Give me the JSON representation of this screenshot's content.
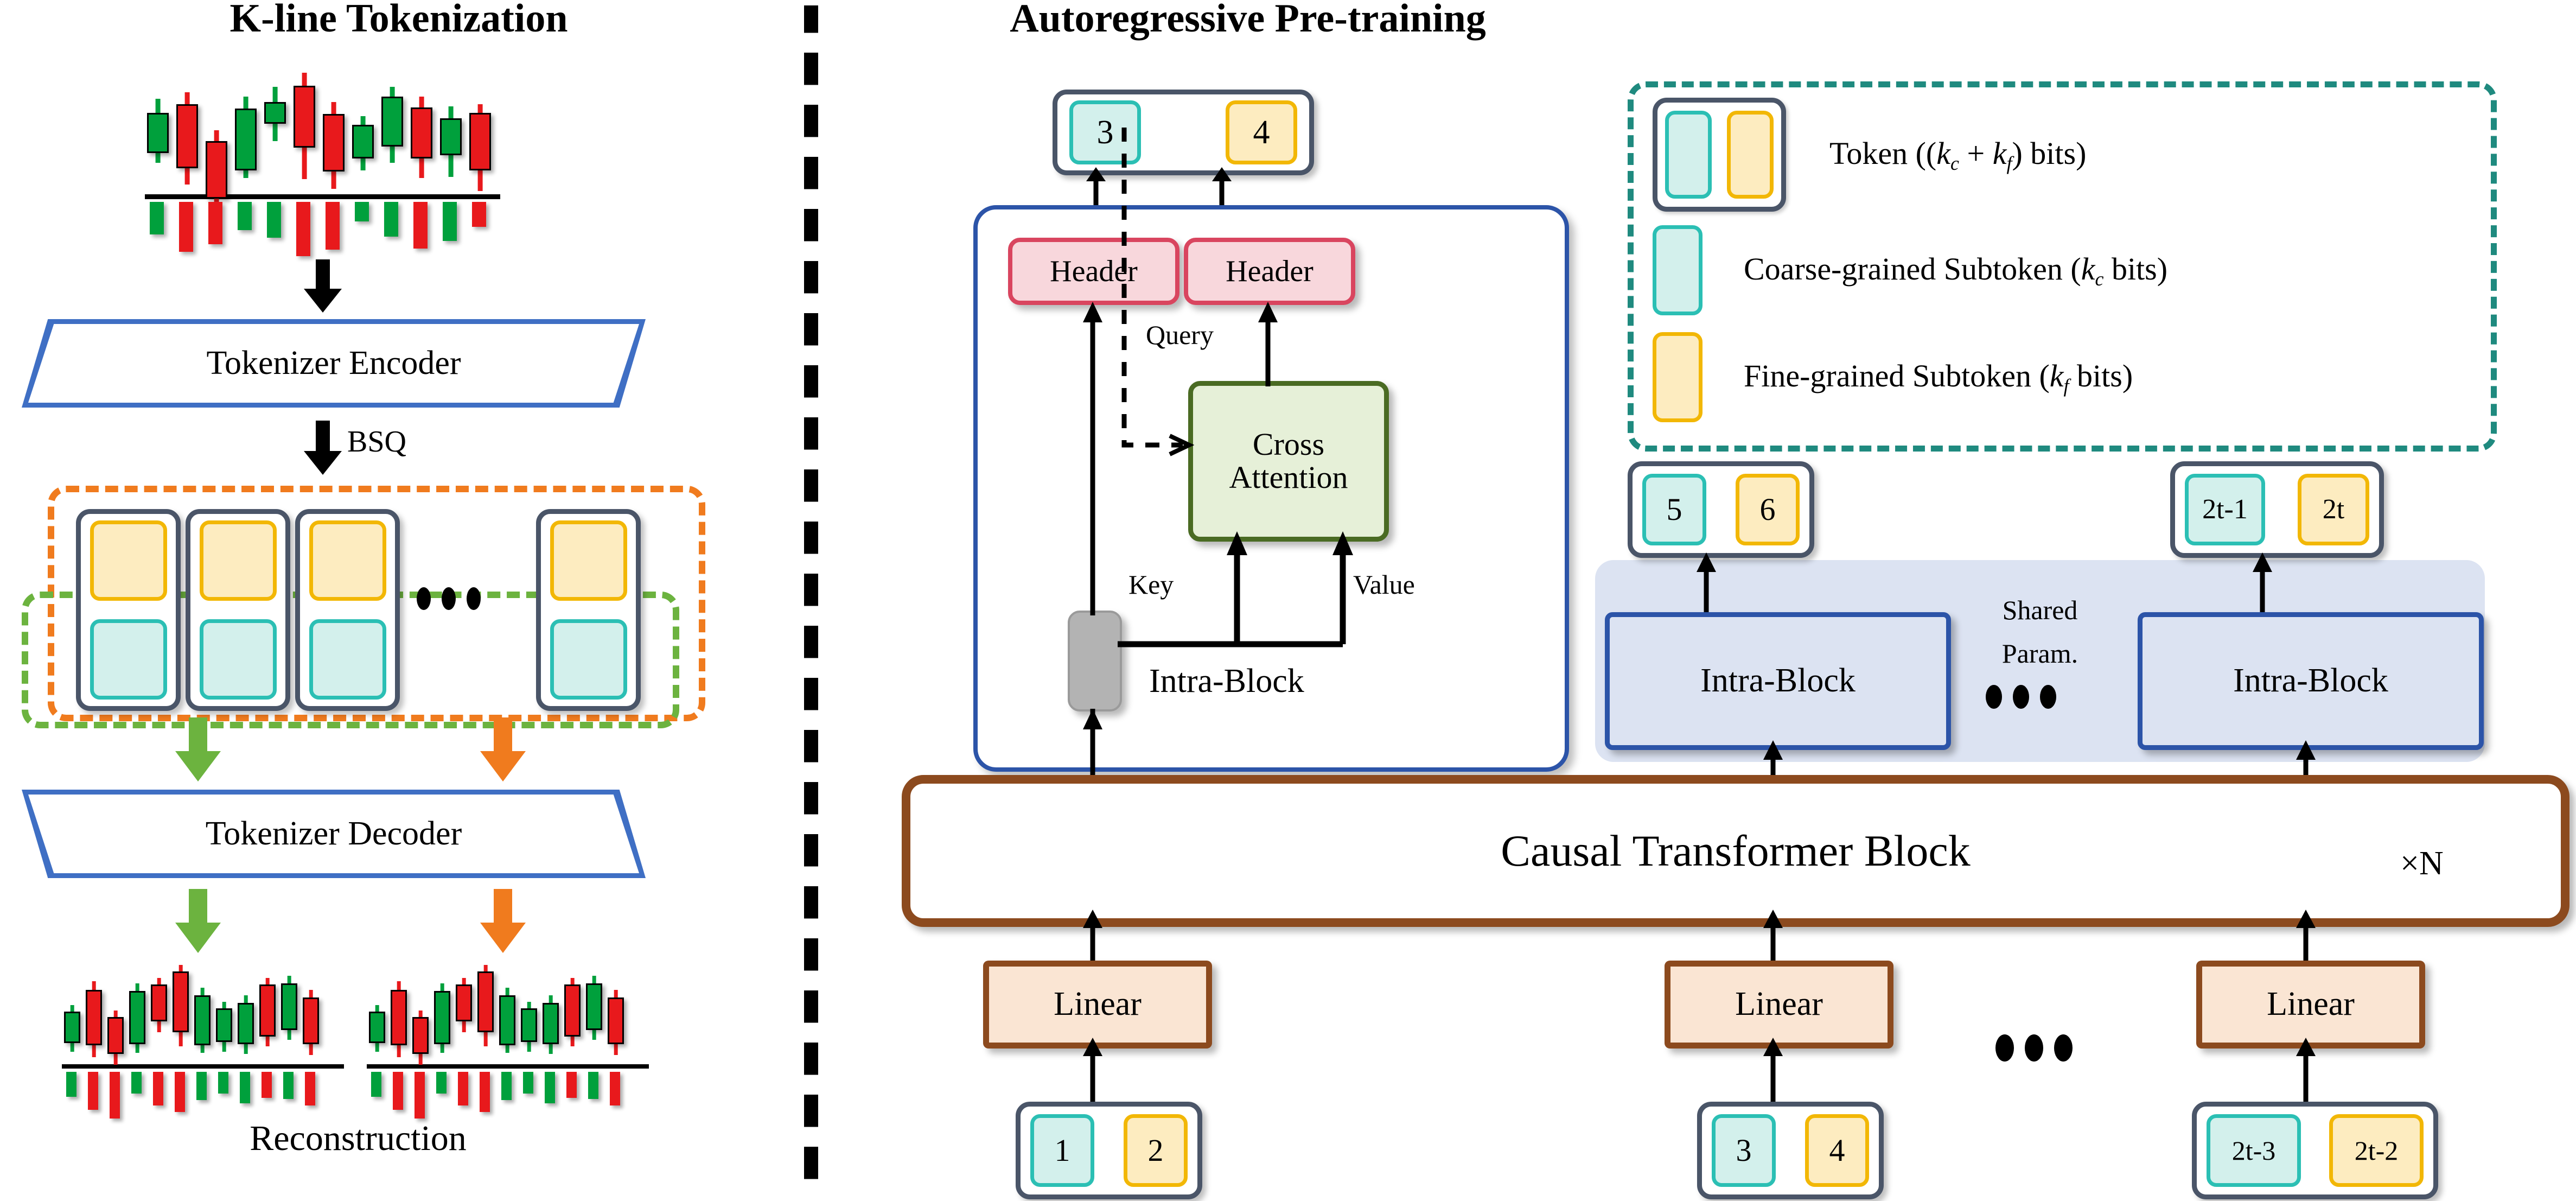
{
  "left_panel": {
    "title": "K-line Tokenization",
    "encoder_label": "Tokenizer Encoder",
    "decoder_label": "Tokenizer Decoder",
    "bsq_label": "BSQ",
    "reconstruction_label": "Reconstruction",
    "token_count_visible": 4,
    "ellipsis_dots": 3,
    "colors": {
      "encoder_border": "#3F6FC4",
      "coarse_border": "#2BBFB4",
      "coarse_fill": "#D3F0EC",
      "fine_border": "#F2B705",
      "fine_fill": "#FDECC0",
      "token_outline": "#4A5568",
      "orange_dashed": "#F07B1E",
      "green_dashed": "#6CB33F",
      "candle_up": "#00A03C",
      "candle_down": "#E8191C"
    }
  },
  "right_panel": {
    "title": "Autoregressive Pre-training",
    "output_token": {
      "coarse": "3",
      "fine": "4"
    },
    "detail_block": {
      "header_left": "Header",
      "header_right": "Header",
      "cross_attention": "Cross Attention",
      "query_label": "Query",
      "key_label": "Key",
      "value_label": "Value",
      "block_label": "Intra-Block"
    },
    "shared": {
      "shared_label_line1": "Shared",
      "shared_label_line2": "Param.",
      "intra_block_left": "Intra-Block",
      "intra_block_right": "Intra-Block",
      "token_mid": {
        "coarse": "5",
        "fine": "6"
      },
      "token_last": {
        "coarse": "2t-1",
        "fine": "2t"
      },
      "ellipsis_dots": 3
    },
    "causal_block": {
      "label": "Causal Transformer Block",
      "repeat": "×N"
    },
    "linear_layers": [
      {
        "label": "Linear",
        "input_token": {
          "coarse": "1",
          "fine": "2"
        }
      },
      {
        "label": "Linear",
        "input_token": {
          "coarse": "3",
          "fine": "4"
        }
      },
      {
        "label": "Linear",
        "input_token": {
          "coarse": "2t-3",
          "fine": "2t-2"
        }
      }
    ],
    "bottom_ellipsis_dots": 3,
    "legend": {
      "items": [
        {
          "swatch": "token-pair",
          "text_prefix": "Token ((",
          "k1": "k",
          "k1sub": "c",
          "plus": " + ",
          "k2": "k",
          "k2sub": "f",
          "text_suffix": ") bits)"
        },
        {
          "swatch": "coarse",
          "text_prefix": "Coarse-grained Subtoken (",
          "k1": "k",
          "k1sub": "c",
          "plus": "",
          "k2": "",
          "k2sub": "",
          "text_suffix": " bits)"
        },
        {
          "swatch": "fine",
          "text_prefix": "Fine-grained Subtoken (",
          "k1": "k",
          "k1sub": "f",
          "plus": "",
          "k2": "",
          "k2sub": "",
          "text_suffix": " bits)"
        }
      ],
      "border_color": "#1F8A7F"
    },
    "colors": {
      "header_fill": "#F8D7DC",
      "header_border": "#D9455F",
      "cross_fill": "#E6F0D8",
      "cross_border": "#4A6B23",
      "intra_fill": "#DCE3F2",
      "intra_border": "#2C54A8",
      "linear_fill": "#FAE5D3",
      "linear_border": "#8C4A1E",
      "causal_border": "#8C4A1E",
      "grey_box": "#B3B3B3"
    }
  }
}
